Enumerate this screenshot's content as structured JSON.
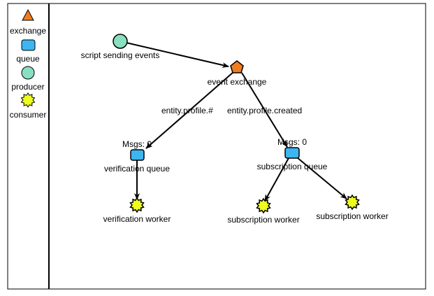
{
  "colors": {
    "exchange": "#f07c20",
    "queue": "#3db5f0",
    "producer": "#88e0c0",
    "consumer": "#eefc1e",
    "stroke": "#000000",
    "background": "#ffffff"
  },
  "legend": {
    "exchange": "exchange",
    "queue": "queue",
    "producer": "producer",
    "consumer": "consumer"
  },
  "nodes": {
    "producer": {
      "label": "script sending events"
    },
    "exchange": {
      "label": "event exchange"
    },
    "verification_queue": {
      "label": "verification queue",
      "msgs": "Msgs: 0"
    },
    "subscription_queue": {
      "label": "subscription queue",
      "msgs": "Msgs: 0"
    },
    "verification_worker": {
      "label": "verification worker"
    },
    "subscription_worker_1": {
      "label": "subscription worker"
    },
    "subscription_worker_2": {
      "label": "subscription worker"
    }
  },
  "edges": {
    "exchange_to_verification": {
      "label": "entity.profile.#"
    },
    "exchange_to_subscription": {
      "label": "entity.profile.created"
    }
  }
}
